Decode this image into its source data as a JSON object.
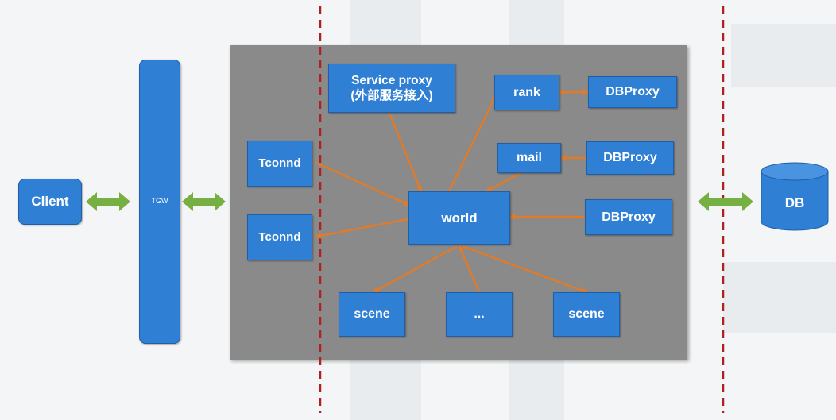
{
  "nodes": {
    "client": "Client",
    "tgw": "TGW",
    "service_proxy_line1": "Service proxy",
    "service_proxy_line2": "(外部服务接入)",
    "rank": "rank",
    "mail": "mail",
    "dbproxy_rank": "DBProxy",
    "dbproxy_mail": "DBProxy",
    "dbproxy_world": "DBProxy",
    "tconnd_top": "Tconnd",
    "tconnd_bottom": "Tconnd",
    "world": "world",
    "scene_left": "scene",
    "scene_middle": "...",
    "scene_right": "scene",
    "db": "DB"
  },
  "colors": {
    "box_fill": "#2f7fd4",
    "panel_fill": "#8a8a8a",
    "orange_arrow": "#e07b2a",
    "green_arrow": "#76b043",
    "divider_red": "#b21f1f"
  }
}
